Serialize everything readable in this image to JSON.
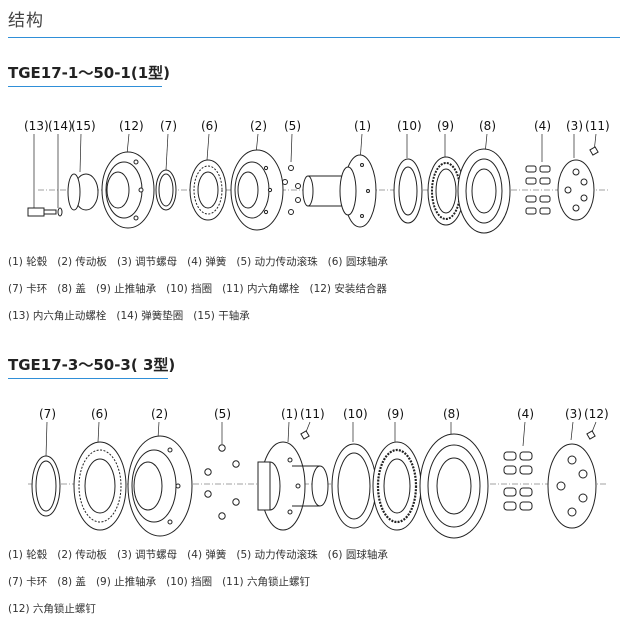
{
  "page": {
    "title": "结构",
    "accent_color": "#2f8fd8"
  },
  "sections": [
    {
      "heading": "TGE17-1～50-1(1型)",
      "part_labels": [
        "(13)",
        "(14)",
        "(15)",
        "(12)",
        "(7)",
        "(6)",
        "(2)",
        "(5)",
        "(1)",
        "(10)",
        "(9)",
        "(8)",
        "(4)",
        "(3)",
        "(11)"
      ],
      "legend_lines": [
        "(1) 轮毂   (2) 传动板   (3) 调节螺母   (4) 弹簧   (5) 动力传动滚珠   (6) 圆球轴承",
        "(7) 卡环   (8) 盖   (9) 止推轴承   (10) 挡圈   (11) 内六角螺栓   (12) 安装结合器",
        "(13) 内六角止动螺栓   (14) 弹簧垫圈   (15) 干轴承"
      ]
    },
    {
      "heading": "TGE17-3～50-3( 3型)",
      "part_labels": [
        "(7)",
        "(6)",
        "(2)",
        "(5)",
        "(1)",
        "(11)",
        "(10)",
        "(9)",
        "(8)",
        "(4)",
        "(3)",
        "(12)"
      ],
      "legend_lines": [
        "(1) 轮毂   (2) 传动板   (3) 调节螺母   (4) 弹簧   (5) 动力传动滚珠   (6) 圆球轴承",
        "(7) 卡环   (8) 盖   (9) 止推轴承   (10) 挡圈   (11) 六角锁止螺钉",
        "(12) 六角锁止螺钉"
      ]
    }
  ]
}
